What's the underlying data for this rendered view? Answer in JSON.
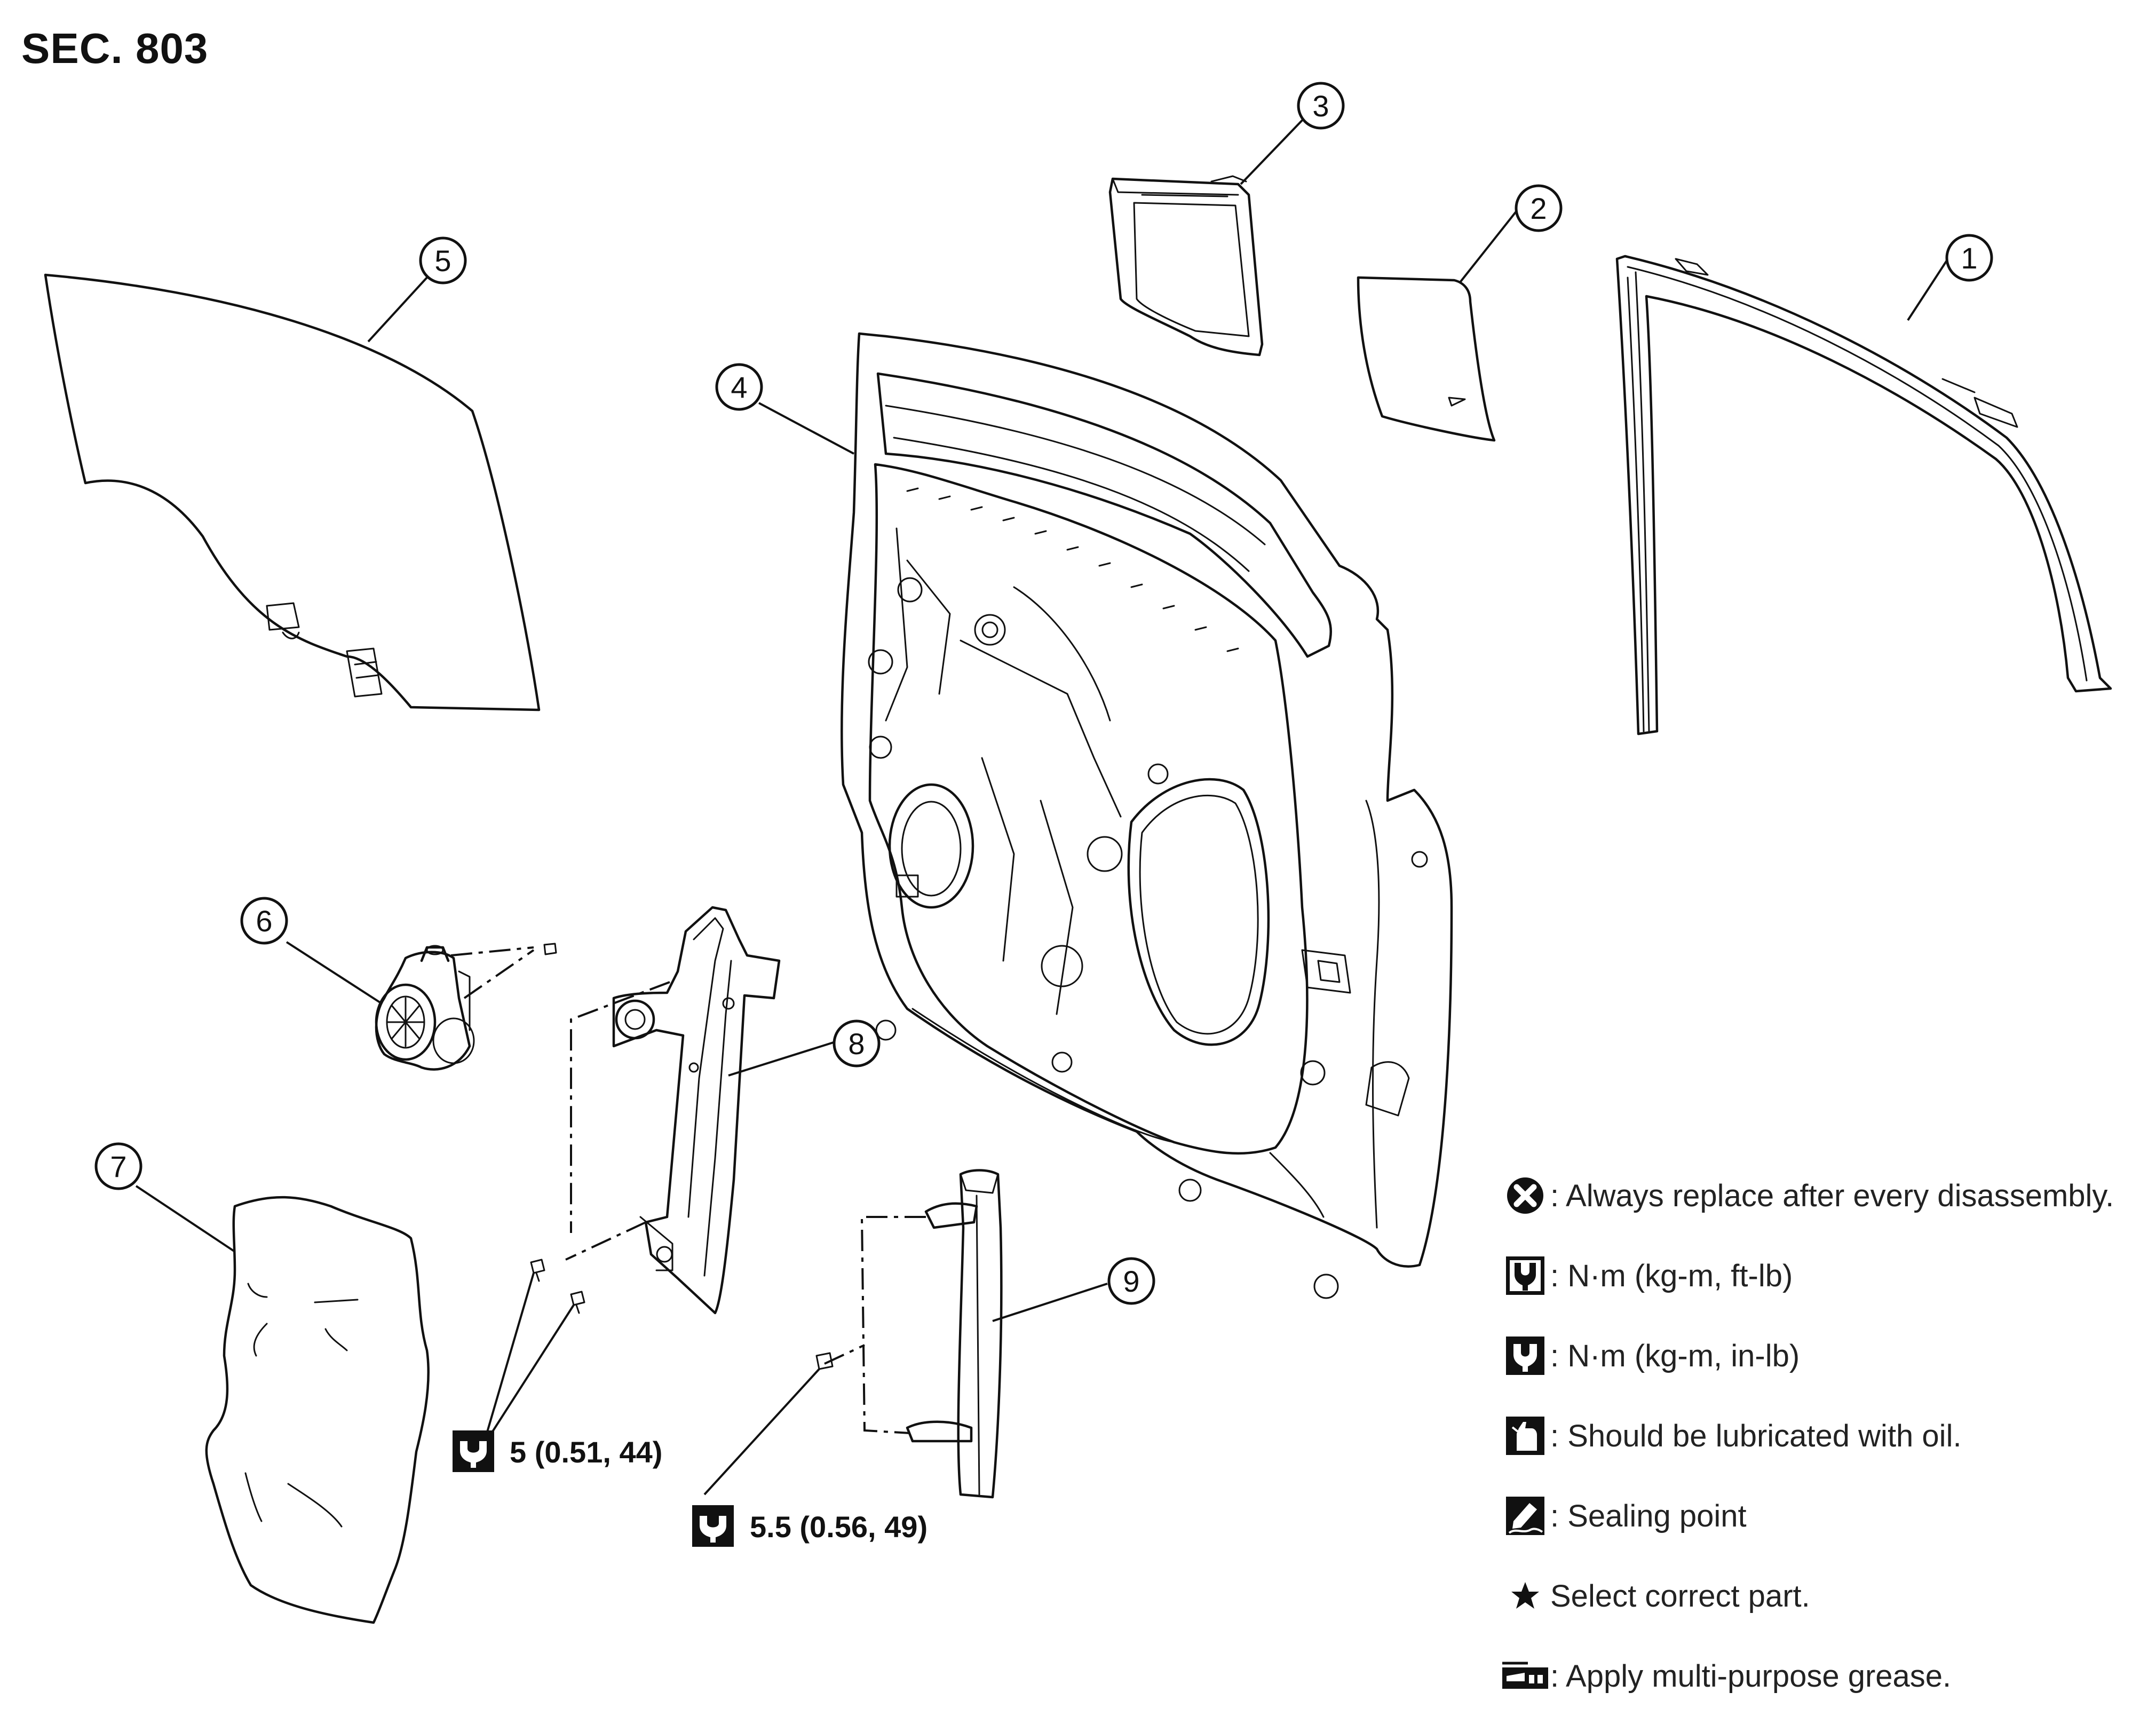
{
  "section": {
    "title": "SEC. 803"
  },
  "callouts": [
    {
      "num": "1"
    },
    {
      "num": "2"
    },
    {
      "num": "3"
    },
    {
      "num": "4"
    },
    {
      "num": "5"
    },
    {
      "num": "6"
    },
    {
      "num": "7"
    },
    {
      "num": "8"
    },
    {
      "num": "9"
    }
  ],
  "torques": [
    {
      "value": "5 (0.51, 44)",
      "symbol": "torque-in-lb-icon"
    },
    {
      "value": "5.5 (0.56, 49)",
      "symbol": "torque-in-lb-icon"
    }
  ],
  "legend": {
    "items": [
      {
        "icon": "always-replace-icon",
        "text": ": Always replace after every disassembly."
      },
      {
        "icon": "torque-ft-lb-icon",
        "text": ": N·m (kg-m, ft-lb)"
      },
      {
        "icon": "torque-in-lb-icon",
        "text": ": N·m (kg-m, in-lb)"
      },
      {
        "icon": "oil-can-icon",
        "text": ": Should be lubricated with oil."
      },
      {
        "icon": "sealing-point-icon",
        "text": ": Sealing point"
      },
      {
        "icon": "star-icon",
        "text": "Select correct part."
      },
      {
        "icon": "grease-icon",
        "text": ": Apply multi-purpose grease."
      }
    ]
  }
}
